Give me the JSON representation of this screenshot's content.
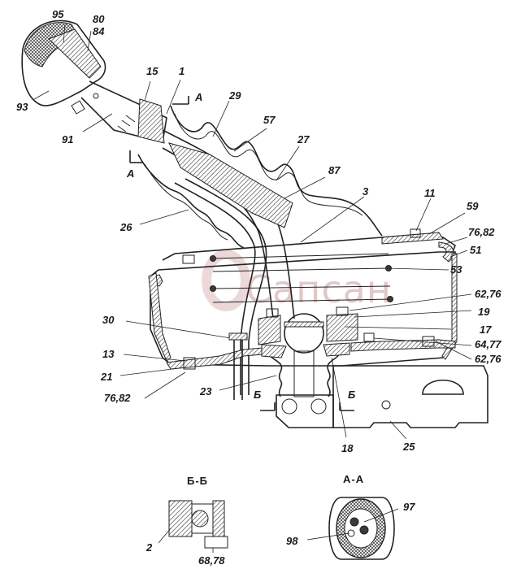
{
  "watermark": {
    "text": "Сапсан",
    "color": "#e3c7c7"
  },
  "labels": [
    {
      "id": "95",
      "text": "95"
    },
    {
      "id": "80",
      "text": "80"
    },
    {
      "id": "84",
      "text": "84"
    },
    {
      "id": "93",
      "text": "93"
    },
    {
      "id": "91",
      "text": "91"
    },
    {
      "id": "15",
      "text": "15"
    },
    {
      "id": "1",
      "text": "1"
    },
    {
      "id": "A-top",
      "text": "А"
    },
    {
      "id": "A-bottom",
      "text": "А"
    },
    {
      "id": "29",
      "text": "29"
    },
    {
      "id": "57",
      "text": "57"
    },
    {
      "id": "27",
      "text": "27"
    },
    {
      "id": "87",
      "text": "87"
    },
    {
      "id": "3",
      "text": "3"
    },
    {
      "id": "11",
      "text": "11"
    },
    {
      "id": "59",
      "text": "59"
    },
    {
      "id": "76-82-right",
      "text": "76,82"
    },
    {
      "id": "51",
      "text": "51"
    },
    {
      "id": "53",
      "text": "53"
    },
    {
      "id": "26",
      "text": "26"
    },
    {
      "id": "62-76-mid",
      "text": "62,76"
    },
    {
      "id": "19",
      "text": "19"
    },
    {
      "id": "30",
      "text": "30"
    },
    {
      "id": "17",
      "text": "17"
    },
    {
      "id": "64-77",
      "text": "64,77"
    },
    {
      "id": "13",
      "text": "13"
    },
    {
      "id": "62-76-low",
      "text": "62,76"
    },
    {
      "id": "21",
      "text": "21"
    },
    {
      "id": "76-82-left",
      "text": "76,82"
    },
    {
      "id": "23",
      "text": "23"
    },
    {
      "id": "B-left",
      "text": "Б"
    },
    {
      "id": "B-right",
      "text": "Б"
    },
    {
      "id": "18",
      "text": "18"
    },
    {
      "id": "25",
      "text": "25"
    },
    {
      "id": "2",
      "text": "2"
    },
    {
      "id": "68-78",
      "text": "68,78"
    },
    {
      "id": "97",
      "text": "97"
    },
    {
      "id": "98",
      "text": "98"
    }
  ],
  "sections": {
    "bb_title": "Б-Б",
    "aa_title": "А-А"
  }
}
